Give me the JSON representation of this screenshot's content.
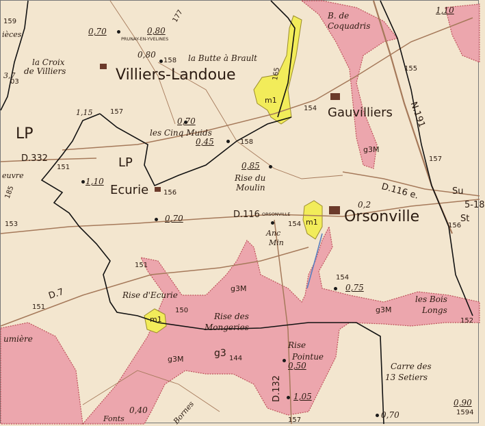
{
  "colors": {
    "background": "#f3e6cf",
    "alluvium_fill": "#eca0aa",
    "alluvium_edge": "#b9434f",
    "m1_fill": "#f2ec5a",
    "commune_boundary": "#111111",
    "roads": "#a5795a"
  },
  "places": {
    "villiers": "Villiers-Landoue",
    "gauvilliers": "Gauvilliers",
    "orsonville": "Orsonville",
    "ecurie": "Ecurie",
    "prunay": "PRUNAY-EN-YVELINES",
    "orsonville_small": "ORSONVILLE",
    "croix": "la Croix",
    "de_villiers": "de Villiers",
    "butte": "la Butte à Brault",
    "cinq": "les Cinq Muids",
    "rise_moulin": "Rise du",
    "moulin": "Moulin",
    "rise_ecurie": "Rise d'Ecurie",
    "rise_mongeries": "Rise des",
    "mongeries": "Mongeries",
    "rise_pointue": "Rise",
    "pointue": "Pointue",
    "bois": "les Bois",
    "longs": "Longs",
    "carre": "Carre des",
    "setiers": "13 Setiers",
    "bde": "B. de",
    "coquadris": "Coquadris",
    "anc": "Anc",
    "min": "Min",
    "pieces": "ièces",
    "umiere": "umière",
    "euvre": "euvre",
    "bornes": "Bornes",
    "sucie": "Su",
    "st": "St",
    "fonts": "Fonts"
  },
  "units": {
    "lp1": "LP",
    "lp2": "LP",
    "m1a": "m1",
    "m1b": "m1",
    "m1c": "m1",
    "g3m1": "g3M",
    "g3m2": "g3M",
    "g3m3": "g3M",
    "g3m4": "g3M",
    "g3": "g3"
  },
  "roads": {
    "d116": "D.116",
    "d116e": "D.116 e.",
    "d332": "D.332",
    "d132": "D.132",
    "d7": "D.7",
    "n191": "N.191",
    "d185": "185",
    "d518": "5-18"
  },
  "numbers": {
    "n070a": "0,70",
    "n080a": "0,80",
    "n080b": "0,80",
    "n070b": "0,70",
    "n045": "0,45",
    "n085": "0,85",
    "n110a": "1,10",
    "n070c": "0,70",
    "n02": "0,2",
    "n075": "0,75",
    "n050": "0,50",
    "n105": "1,05",
    "n070d": "0,70",
    "n090": "0,90",
    "n110b": "1,10",
    "n040": "0,40",
    "n37": "3,7",
    "n115": "1,15"
  },
  "elevations": {
    "e159": "159",
    "e177": "177",
    "e158a": "158",
    "e157a": "157",
    "e155": "155",
    "e154a": "154",
    "e157b": "157",
    "e151a": "151",
    "e153": "153",
    "e156a": "156",
    "e158b": "158",
    "e154b": "154",
    "e156b": "156",
    "e151b": "151",
    "e154c": "154",
    "e151c": "151",
    "e150": "150",
    "e152": "152",
    "e144": "144",
    "e157c": "157",
    "e159b": "1594",
    "e165": "165",
    "e03": "03"
  }
}
